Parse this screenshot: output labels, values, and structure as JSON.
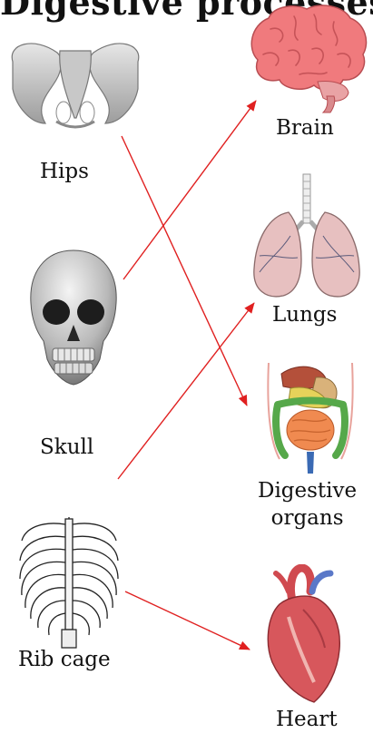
{
  "title": "Digestive processes",
  "bones": {
    "hips": "Hips",
    "skull": "Skull",
    "rib_cage": "Rib cage"
  },
  "organs": {
    "brain": "Brain",
    "lungs": "Lungs",
    "digestive_line1": "Digestive",
    "digestive_line2": "organs",
    "heart": "Heart"
  },
  "colors": {
    "arrow": "#e02020",
    "brain": "#f07a7d",
    "lungs": "#e8c2c2",
    "bone": "#c9c9c9",
    "heart": "#d7575c",
    "digestive": "#f08a50"
  },
  "connections": [
    {
      "from": "Hips",
      "to": "Digestive organs"
    },
    {
      "from": "Skull",
      "to": "Brain"
    },
    {
      "from": "Rib cage",
      "to": "Lungs"
    },
    {
      "from": "Rib cage",
      "to": "Heart"
    }
  ]
}
